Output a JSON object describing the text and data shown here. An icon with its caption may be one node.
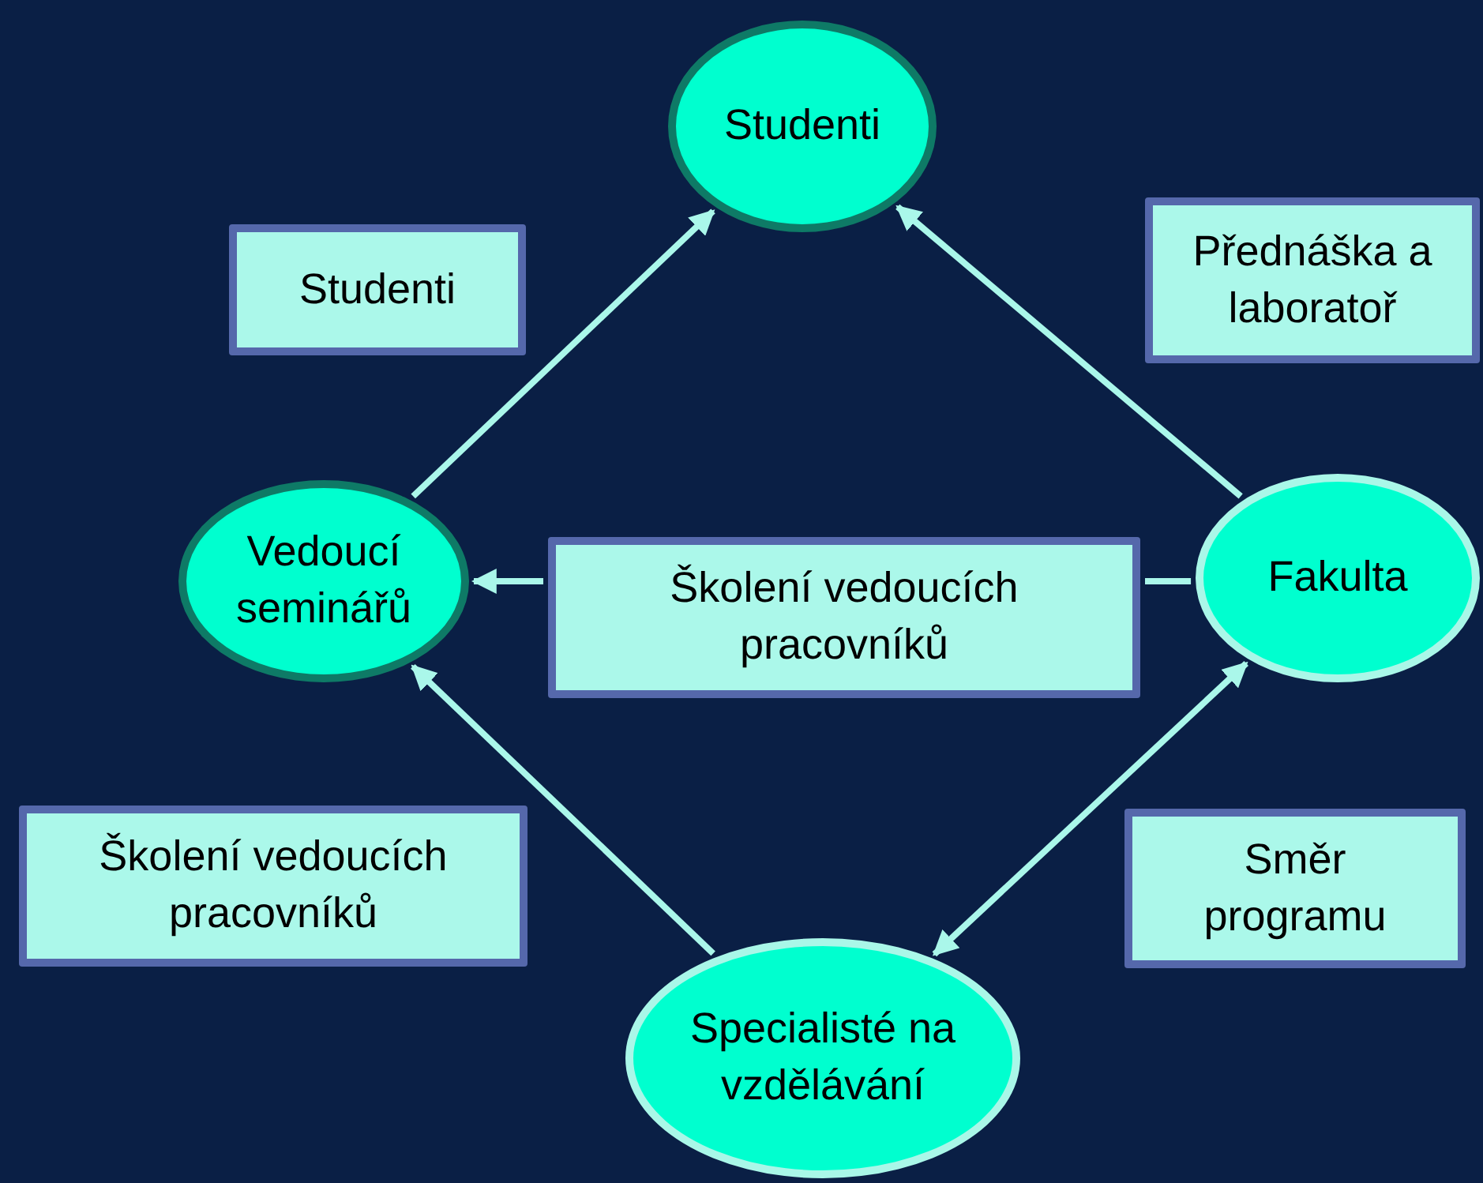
{
  "diagram": {
    "nodes": [
      {
        "text": [
          "Studenti"
        ]
      },
      {
        "text": [
          "Studenti"
        ]
      },
      {
        "text": [
          "Přednáška a laboratoř"
        ]
      },
      {
        "text": [
          "Vedoucí seminářů"
        ]
      },
      {
        "text": [
          "Školení vedoucích pracovníků"
        ]
      },
      {
        "text": [
          "Fakulta"
        ]
      },
      {
        "text": [
          "Školení vedoucích pracovníků"
        ]
      },
      {
        "text": [
          "Směr programu"
        ]
      },
      {
        "text": [
          "Specialisté na vzdělávání"
        ]
      }
    ],
    "edges": [
      {
        "from": 3,
        "to": 0,
        "arrow": "to"
      },
      {
        "from": 5,
        "to": 0,
        "arrow": "to"
      },
      {
        "from": 5,
        "to": 4,
        "arrow": "none"
      },
      {
        "from": 4,
        "to": 3,
        "arrow": "to"
      },
      {
        "from": 8,
        "to": 3,
        "arrow": "to"
      },
      {
        "from": 8,
        "to": 5,
        "arrow": "both"
      }
    ]
  }
}
